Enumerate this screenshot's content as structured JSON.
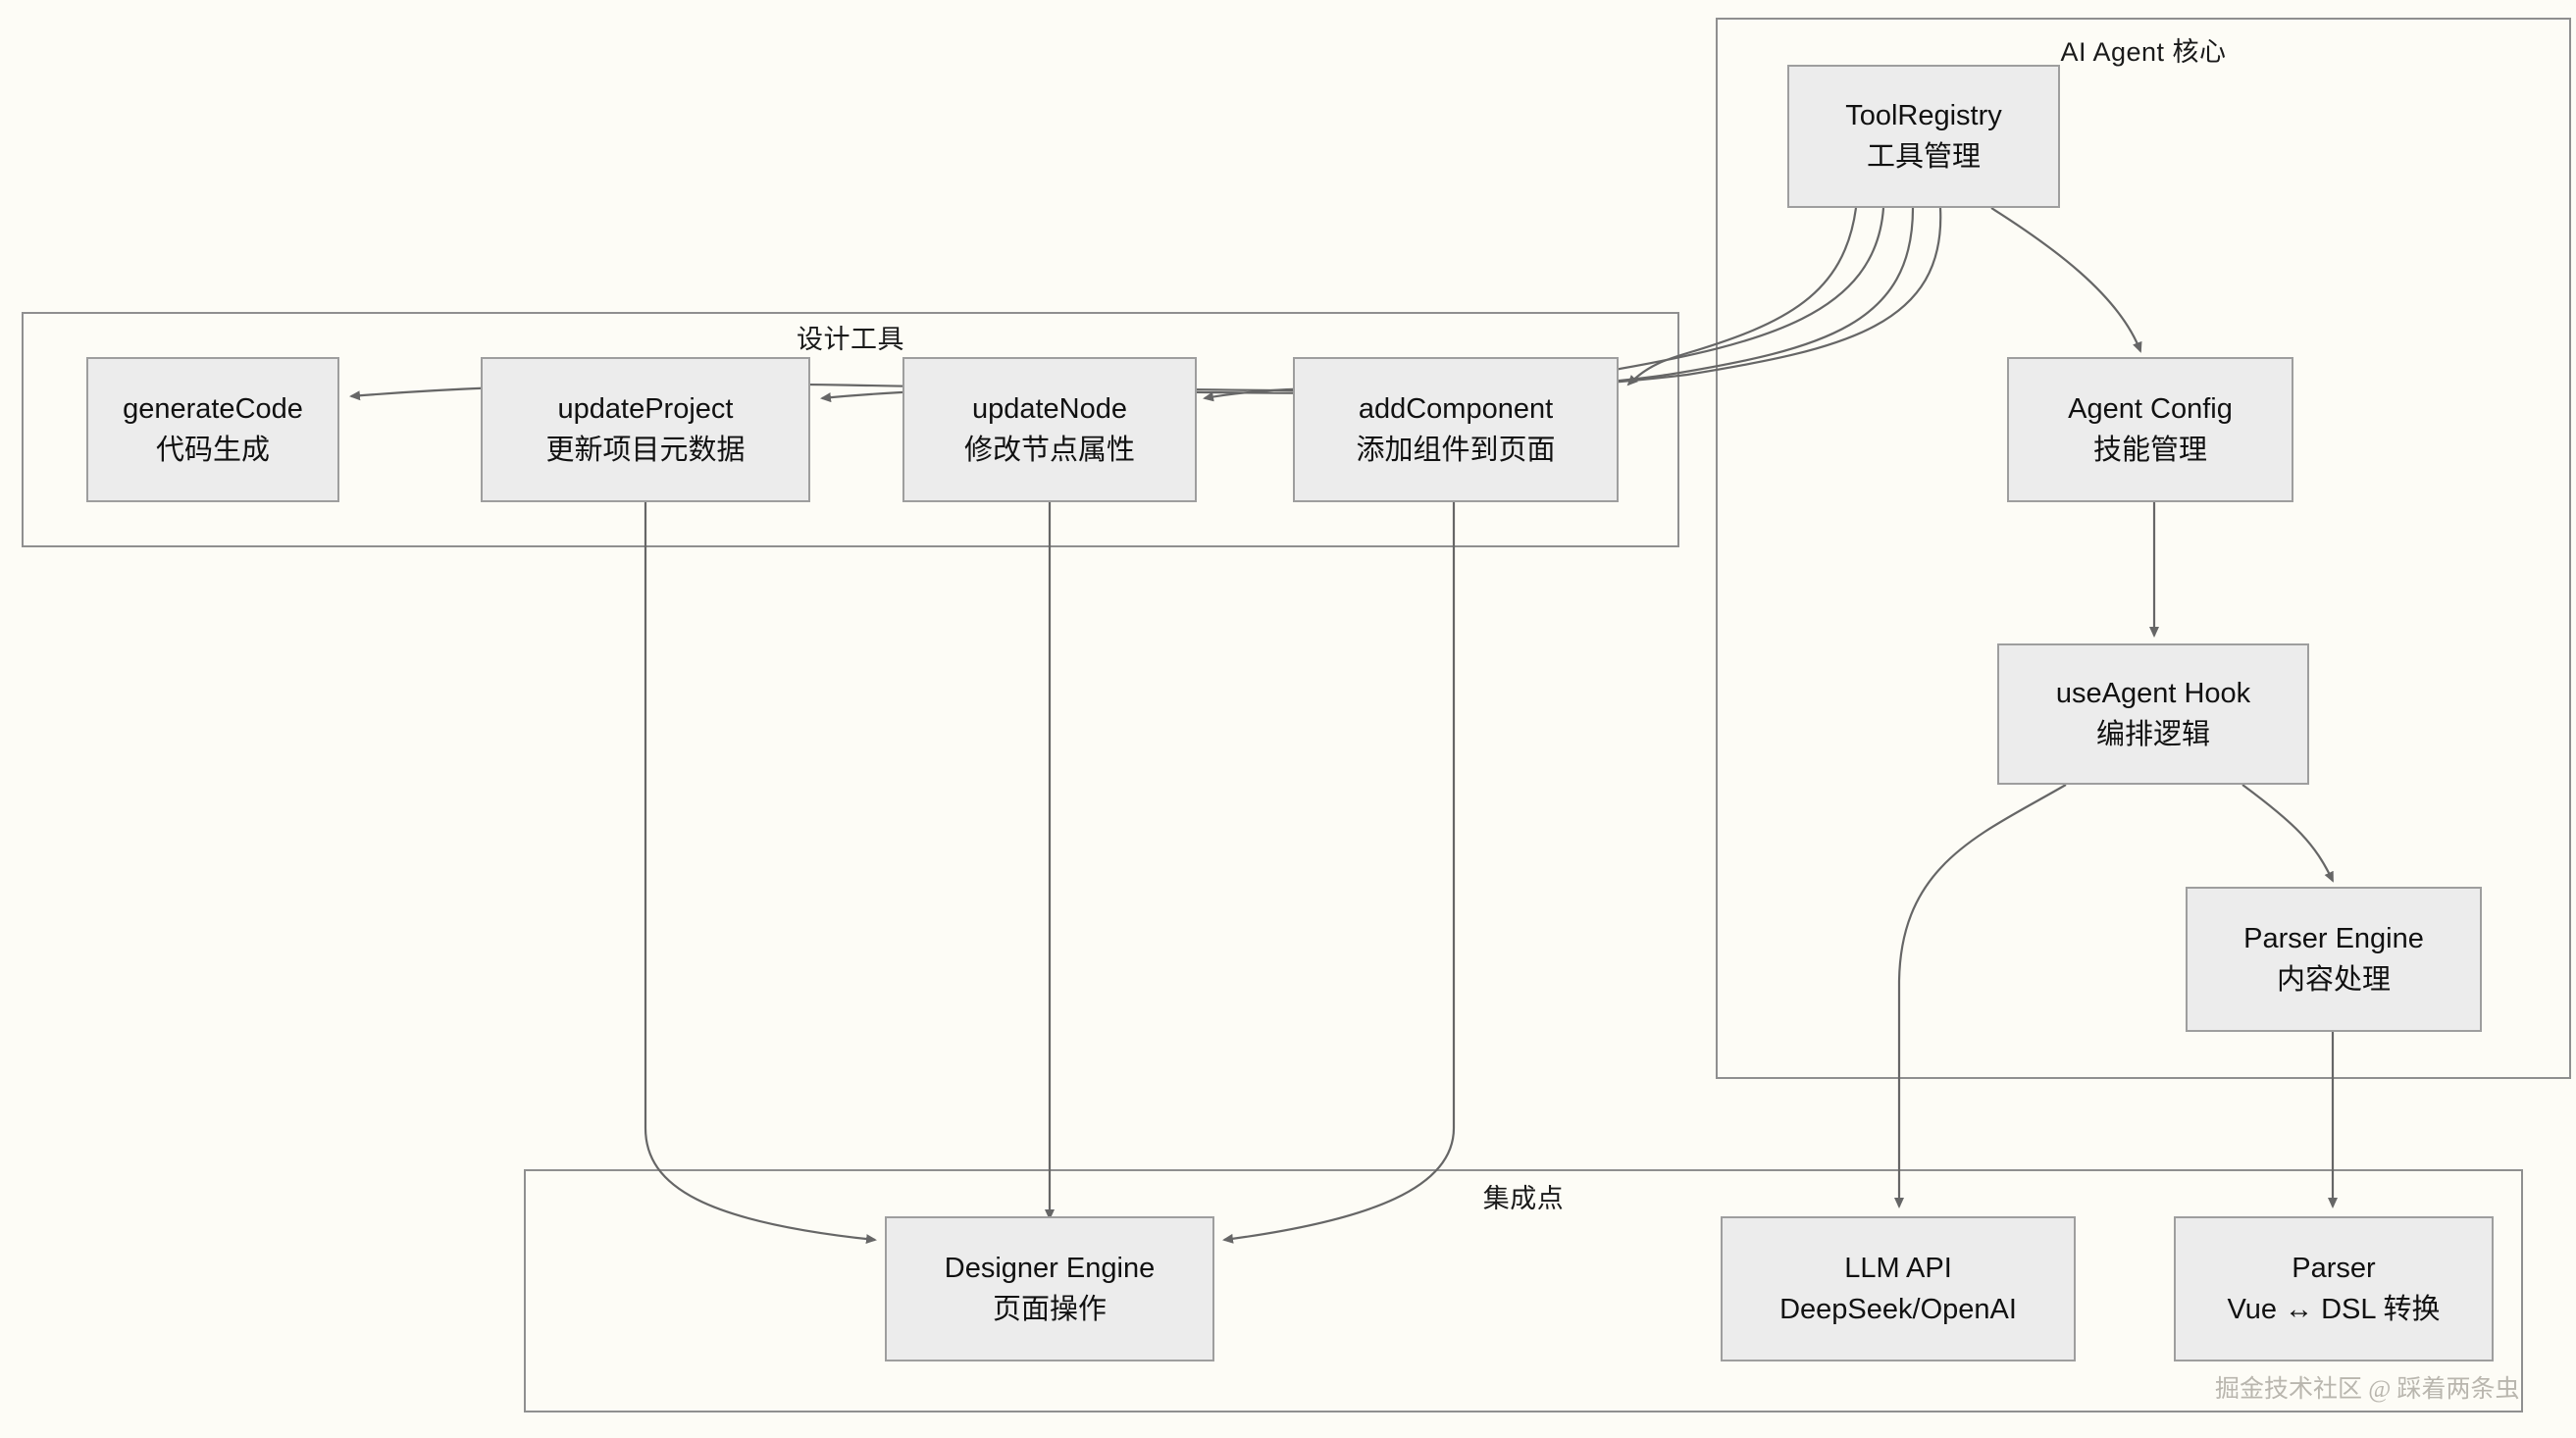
{
  "diagram": {
    "type": "flowchart",
    "background_color": "#FDFCF6",
    "node_fill": "#ECECEC",
    "node_border": "#9E9E9E",
    "edge_color": "#666666",
    "clusters": [
      {
        "id": "ai-agent-core",
        "label": "AI Agent 核心"
      },
      {
        "id": "design-tools",
        "label": "设计工具"
      },
      {
        "id": "integration-points",
        "label": "集成点"
      }
    ],
    "nodes": [
      {
        "id": "tool-registry",
        "line1": "ToolRegistry",
        "line2": "工具管理"
      },
      {
        "id": "agent-config",
        "line1": "Agent Config",
        "line2": "技能管理"
      },
      {
        "id": "use-agent-hook",
        "line1": "useAgent Hook",
        "line2": "编排逻辑"
      },
      {
        "id": "parser-engine",
        "line1": "Parser Engine",
        "line2": "内容处理"
      },
      {
        "id": "generate-code",
        "line1": "generateCode",
        "line2": "代码生成"
      },
      {
        "id": "update-project",
        "line1": "updateProject",
        "line2": "更新项目元数据"
      },
      {
        "id": "update-node",
        "line1": "updateNode",
        "line2": "修改节点属性"
      },
      {
        "id": "add-component",
        "line1": "addComponent",
        "line2": "添加组件到页面"
      },
      {
        "id": "designer-engine",
        "line1": "Designer Engine",
        "line2": "页面操作"
      },
      {
        "id": "llm-api",
        "line1": "LLM API",
        "line2": "DeepSeek/OpenAI"
      },
      {
        "id": "parser",
        "line1": "Parser",
        "line2": "Vue ↔ DSL 转换"
      }
    ],
    "edges": [
      {
        "from": "tool-registry",
        "to": "add-component"
      },
      {
        "from": "tool-registry",
        "to": "update-node"
      },
      {
        "from": "tool-registry",
        "to": "update-project"
      },
      {
        "from": "tool-registry",
        "to": "generate-code"
      },
      {
        "from": "tool-registry",
        "to": "agent-config"
      },
      {
        "from": "agent-config",
        "to": "use-agent-hook"
      },
      {
        "from": "use-agent-hook",
        "to": "parser-engine"
      },
      {
        "from": "use-agent-hook",
        "to": "llm-api"
      },
      {
        "from": "parser-engine",
        "to": "parser"
      },
      {
        "from": "update-project",
        "to": "designer-engine"
      },
      {
        "from": "update-node",
        "to": "designer-engine"
      },
      {
        "from": "add-component",
        "to": "designer-engine"
      }
    ]
  },
  "watermark": "掘金技术社区 @ 踩着两条虫"
}
